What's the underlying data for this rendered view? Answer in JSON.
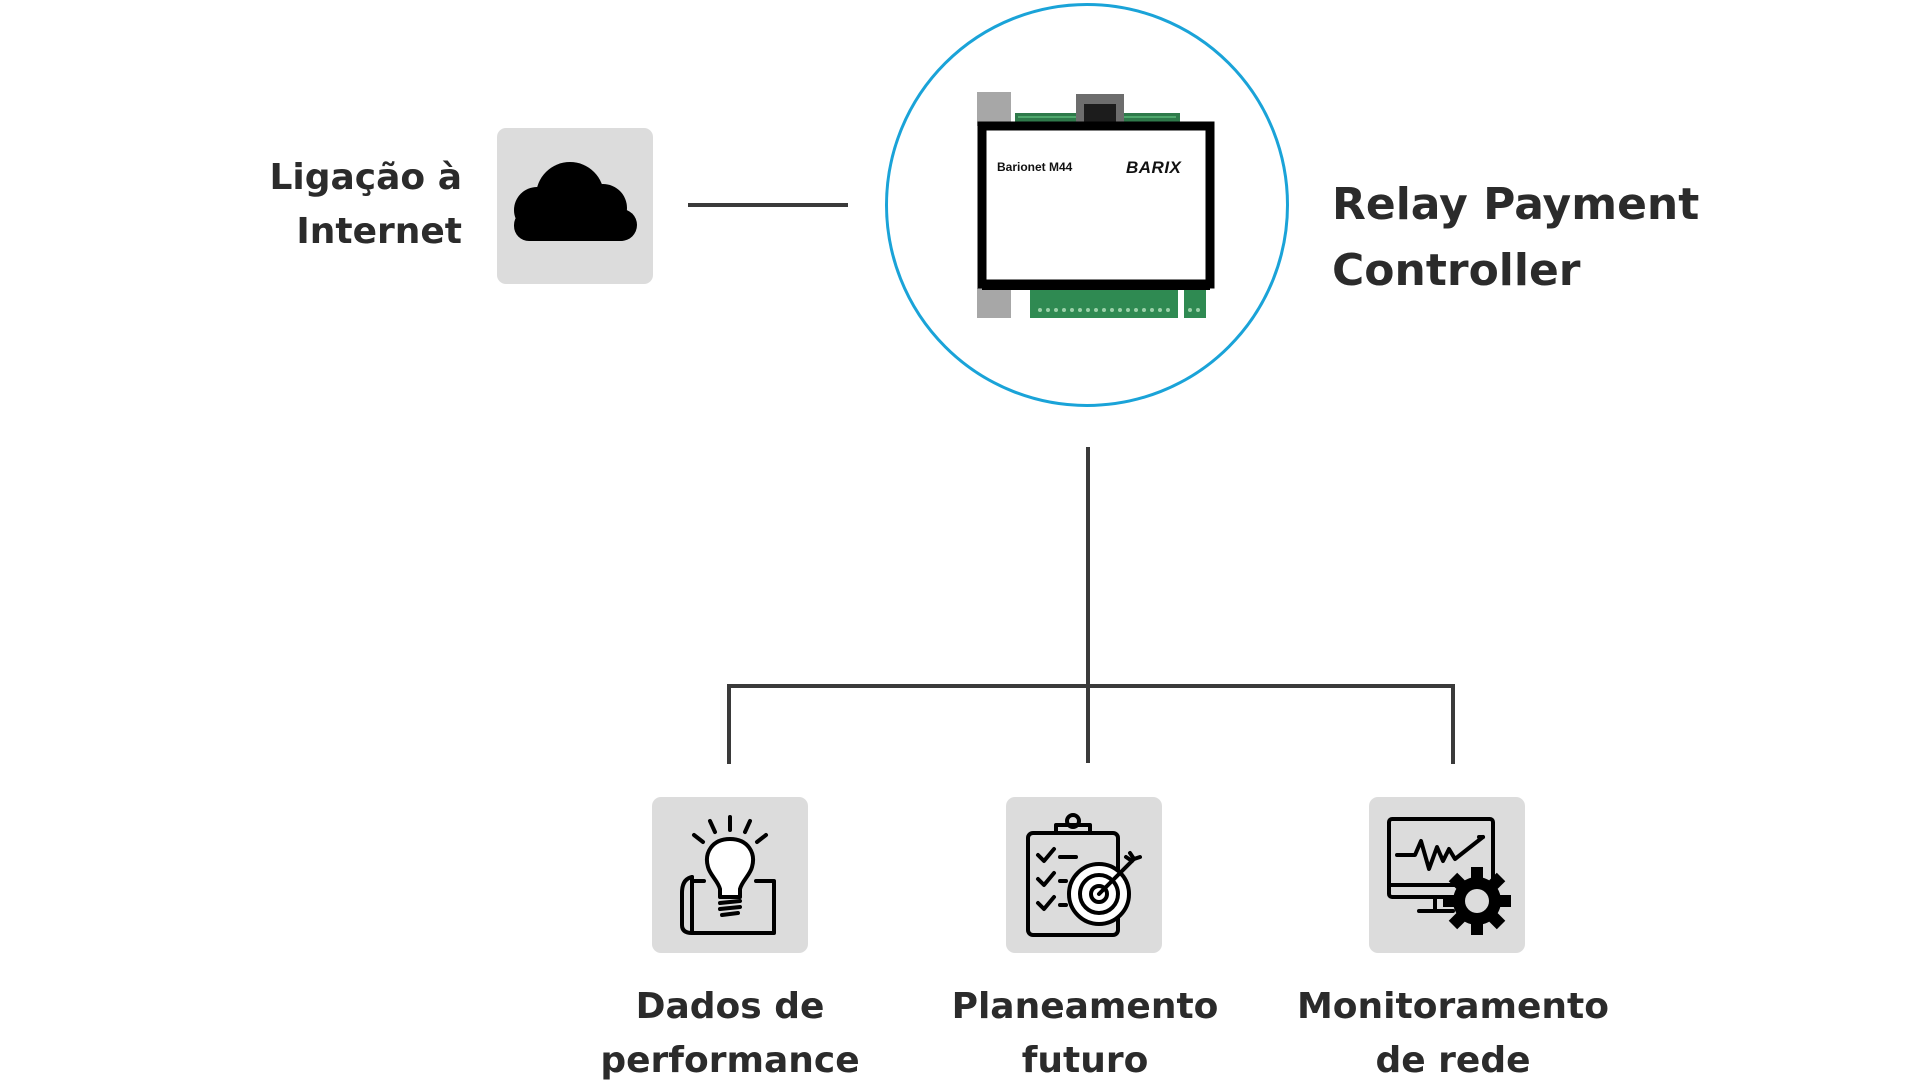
{
  "internet": {
    "label_line1": "Ligação à",
    "label_line2": "Internet",
    "icon": "cloud-icon"
  },
  "controller": {
    "title_line1": "Relay Payment",
    "title_line2": "Controller",
    "device_model": "Barionet M44",
    "device_brand": "BARIX",
    "ring_color": "#1aa3d8"
  },
  "features": [
    {
      "line1": "Dados de",
      "line2": "performance",
      "icon": "lightbulb-blueprint-icon"
    },
    {
      "line1": "Planeamento",
      "line2": "futuro",
      "icon": "clipboard-target-icon"
    },
    {
      "line1": "Monitoramento",
      "line2": "de rede",
      "icon": "monitor-gear-icon"
    }
  ],
  "colors": {
    "connector": "#3a3a3a",
    "tile": "#dcdcdc",
    "text": "#2b2b2b"
  }
}
